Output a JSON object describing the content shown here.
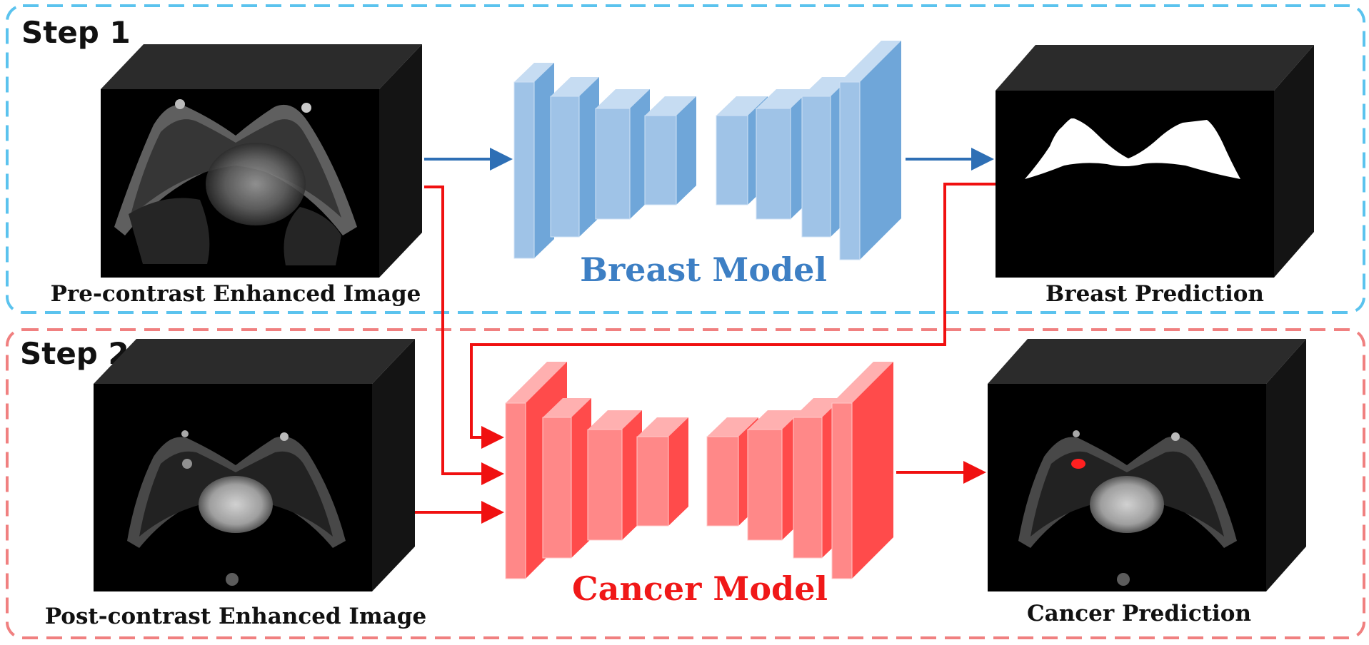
{
  "steps": {
    "step1": {
      "label": "Step 1"
    },
    "step2": {
      "label": "Step 2"
    }
  },
  "captions": {
    "pre_contrast": "Pre-contrast Enhanced Image",
    "post_contrast": "Post-contrast Enhanced Image",
    "breast_prediction": "Breast Prediction",
    "cancer_prediction": "Cancer Prediction"
  },
  "models": {
    "breast": "Breast Model",
    "cancer": "Cancer Model"
  },
  "colors": {
    "step1_border": "#5bc3ee",
    "step2_border": "#f08080",
    "blue_arrow": "#2e6fb5",
    "red_arrow": "#f01010",
    "blue_front": "#9fc3e7",
    "blue_side": "#6fa6d9",
    "blue_top": "#c6dcf2",
    "red_front": "#ff8888",
    "red_side": "#ff4b4b",
    "red_top": "#ffb0b0",
    "cube_side": "#111111",
    "cube_top": "#2b2b2b",
    "mask": "#ffffff",
    "tumor": "#ff2020"
  }
}
